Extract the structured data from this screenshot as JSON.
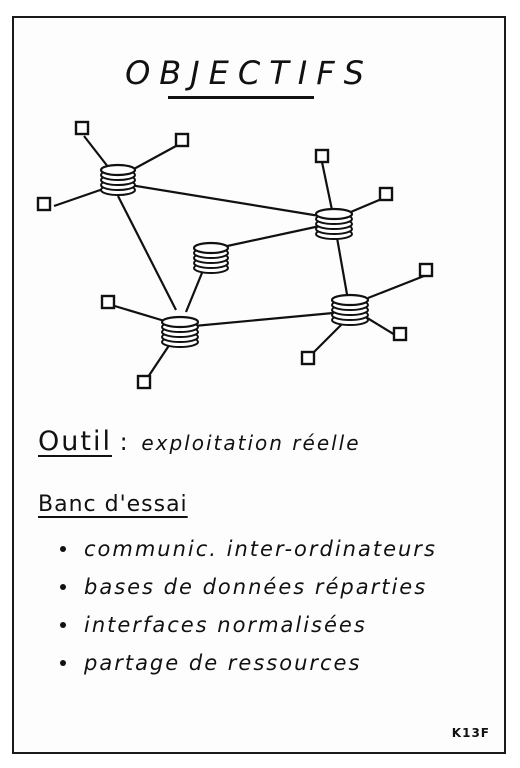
{
  "title": "OBJECTIFS",
  "outil": {
    "label": "Outil",
    "separator": ":",
    "value": "exploitation réelle"
  },
  "banc_essai": {
    "heading": "Banc d'essai",
    "items": [
      "communic. inter-ordinateurs",
      "bases de données réparties",
      "interfaces normalisées",
      "partage de ressources"
    ]
  },
  "code": "K13F"
}
